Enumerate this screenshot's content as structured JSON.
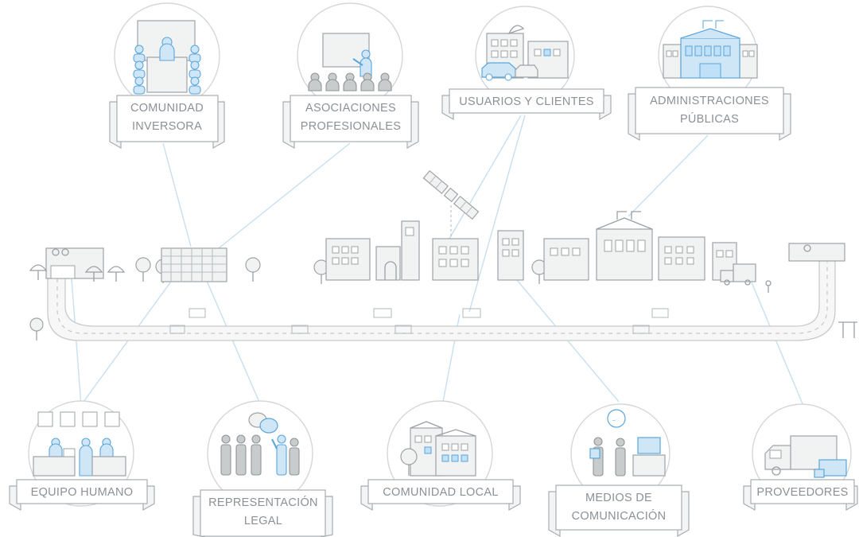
{
  "stakeholders_top": [
    {
      "line1": "COMUNIDAD",
      "line2": "INVERSORA",
      "icon": "investor-meeting-icon"
    },
    {
      "line1": "ASOCIACIONES",
      "line2": "PROFESIONALES",
      "icon": "presentation-audience-icon"
    },
    {
      "line1": "USUARIOS Y CLIENTES",
      "line2": "",
      "icon": "city-buildings-car-icon"
    },
    {
      "line1": "ADMINISTRACIONES",
      "line2": "PÚBLICAS",
      "icon": "government-building-icon"
    }
  ],
  "stakeholders_bottom": [
    {
      "line1": "EQUIPO HUMANO",
      "line2": "",
      "icon": "office-workers-icon"
    },
    {
      "line1": "REPRESENTACIÓN",
      "line2": "LEGAL",
      "icon": "group-speech-icon"
    },
    {
      "line1": "COMUNIDAD LOCAL",
      "line2": "",
      "icon": "local-community-buildings-icon"
    },
    {
      "line1": "MEDIOS DE",
      "line2": "COMUNICACIÓN",
      "icon": "media-press-icon"
    },
    {
      "line1": "PROVEEDORES",
      "line2": "",
      "icon": "delivery-truck-icon"
    }
  ],
  "colors": {
    "accent_blue": "#5aa6dc",
    "light_blue": "#cfe6f7",
    "connector": "#c7dff0",
    "grey_line": "#9ea3a6",
    "text": "#8b9196"
  }
}
